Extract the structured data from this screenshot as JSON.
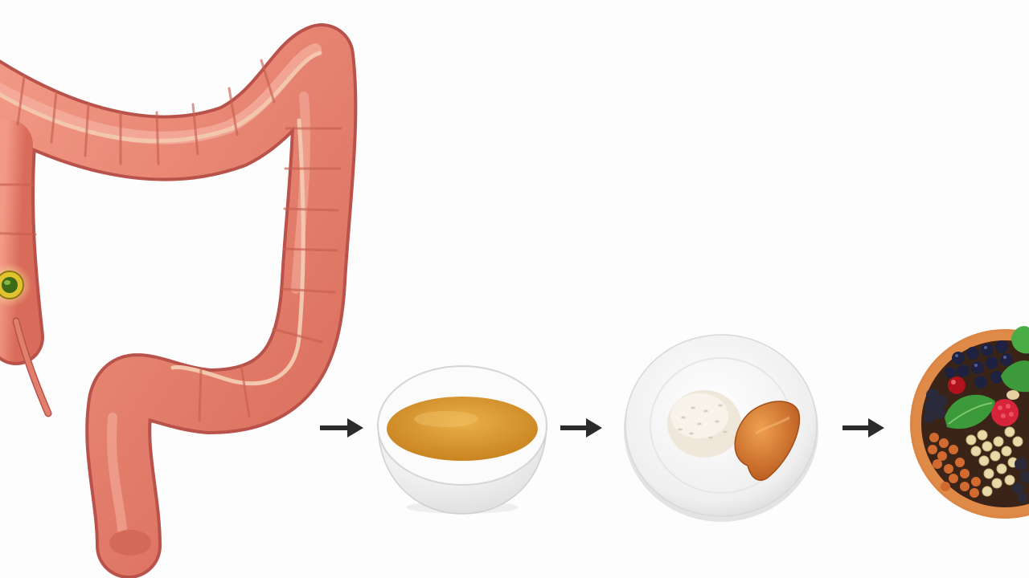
{
  "diagram": {
    "stages": [
      {
        "name": "colon",
        "icon": "colon-illustration"
      },
      {
        "name": "clear-broth",
        "icon": "broth-bowl-icon"
      },
      {
        "name": "low-fiber-meal",
        "icon": "rice-chicken-plate-icon"
      },
      {
        "name": "high-fiber-meal",
        "icon": "fruit-legume-bowl-icon"
      }
    ],
    "arrows": 3
  },
  "colors": {
    "background": "#fdfdfd",
    "colon": "#e67e6c",
    "colon_dark": "#b8524a",
    "colon_light": "#f6b2a2",
    "band": "#f3c7ae",
    "broth": "#d99a33",
    "bowl": "#ffffff",
    "plate": "#f4f4f4",
    "rice": "#f1ebdf",
    "chicken": "#d4762e",
    "wood_bowl": "#d57a3c",
    "arrow": "#2b2b2b"
  }
}
